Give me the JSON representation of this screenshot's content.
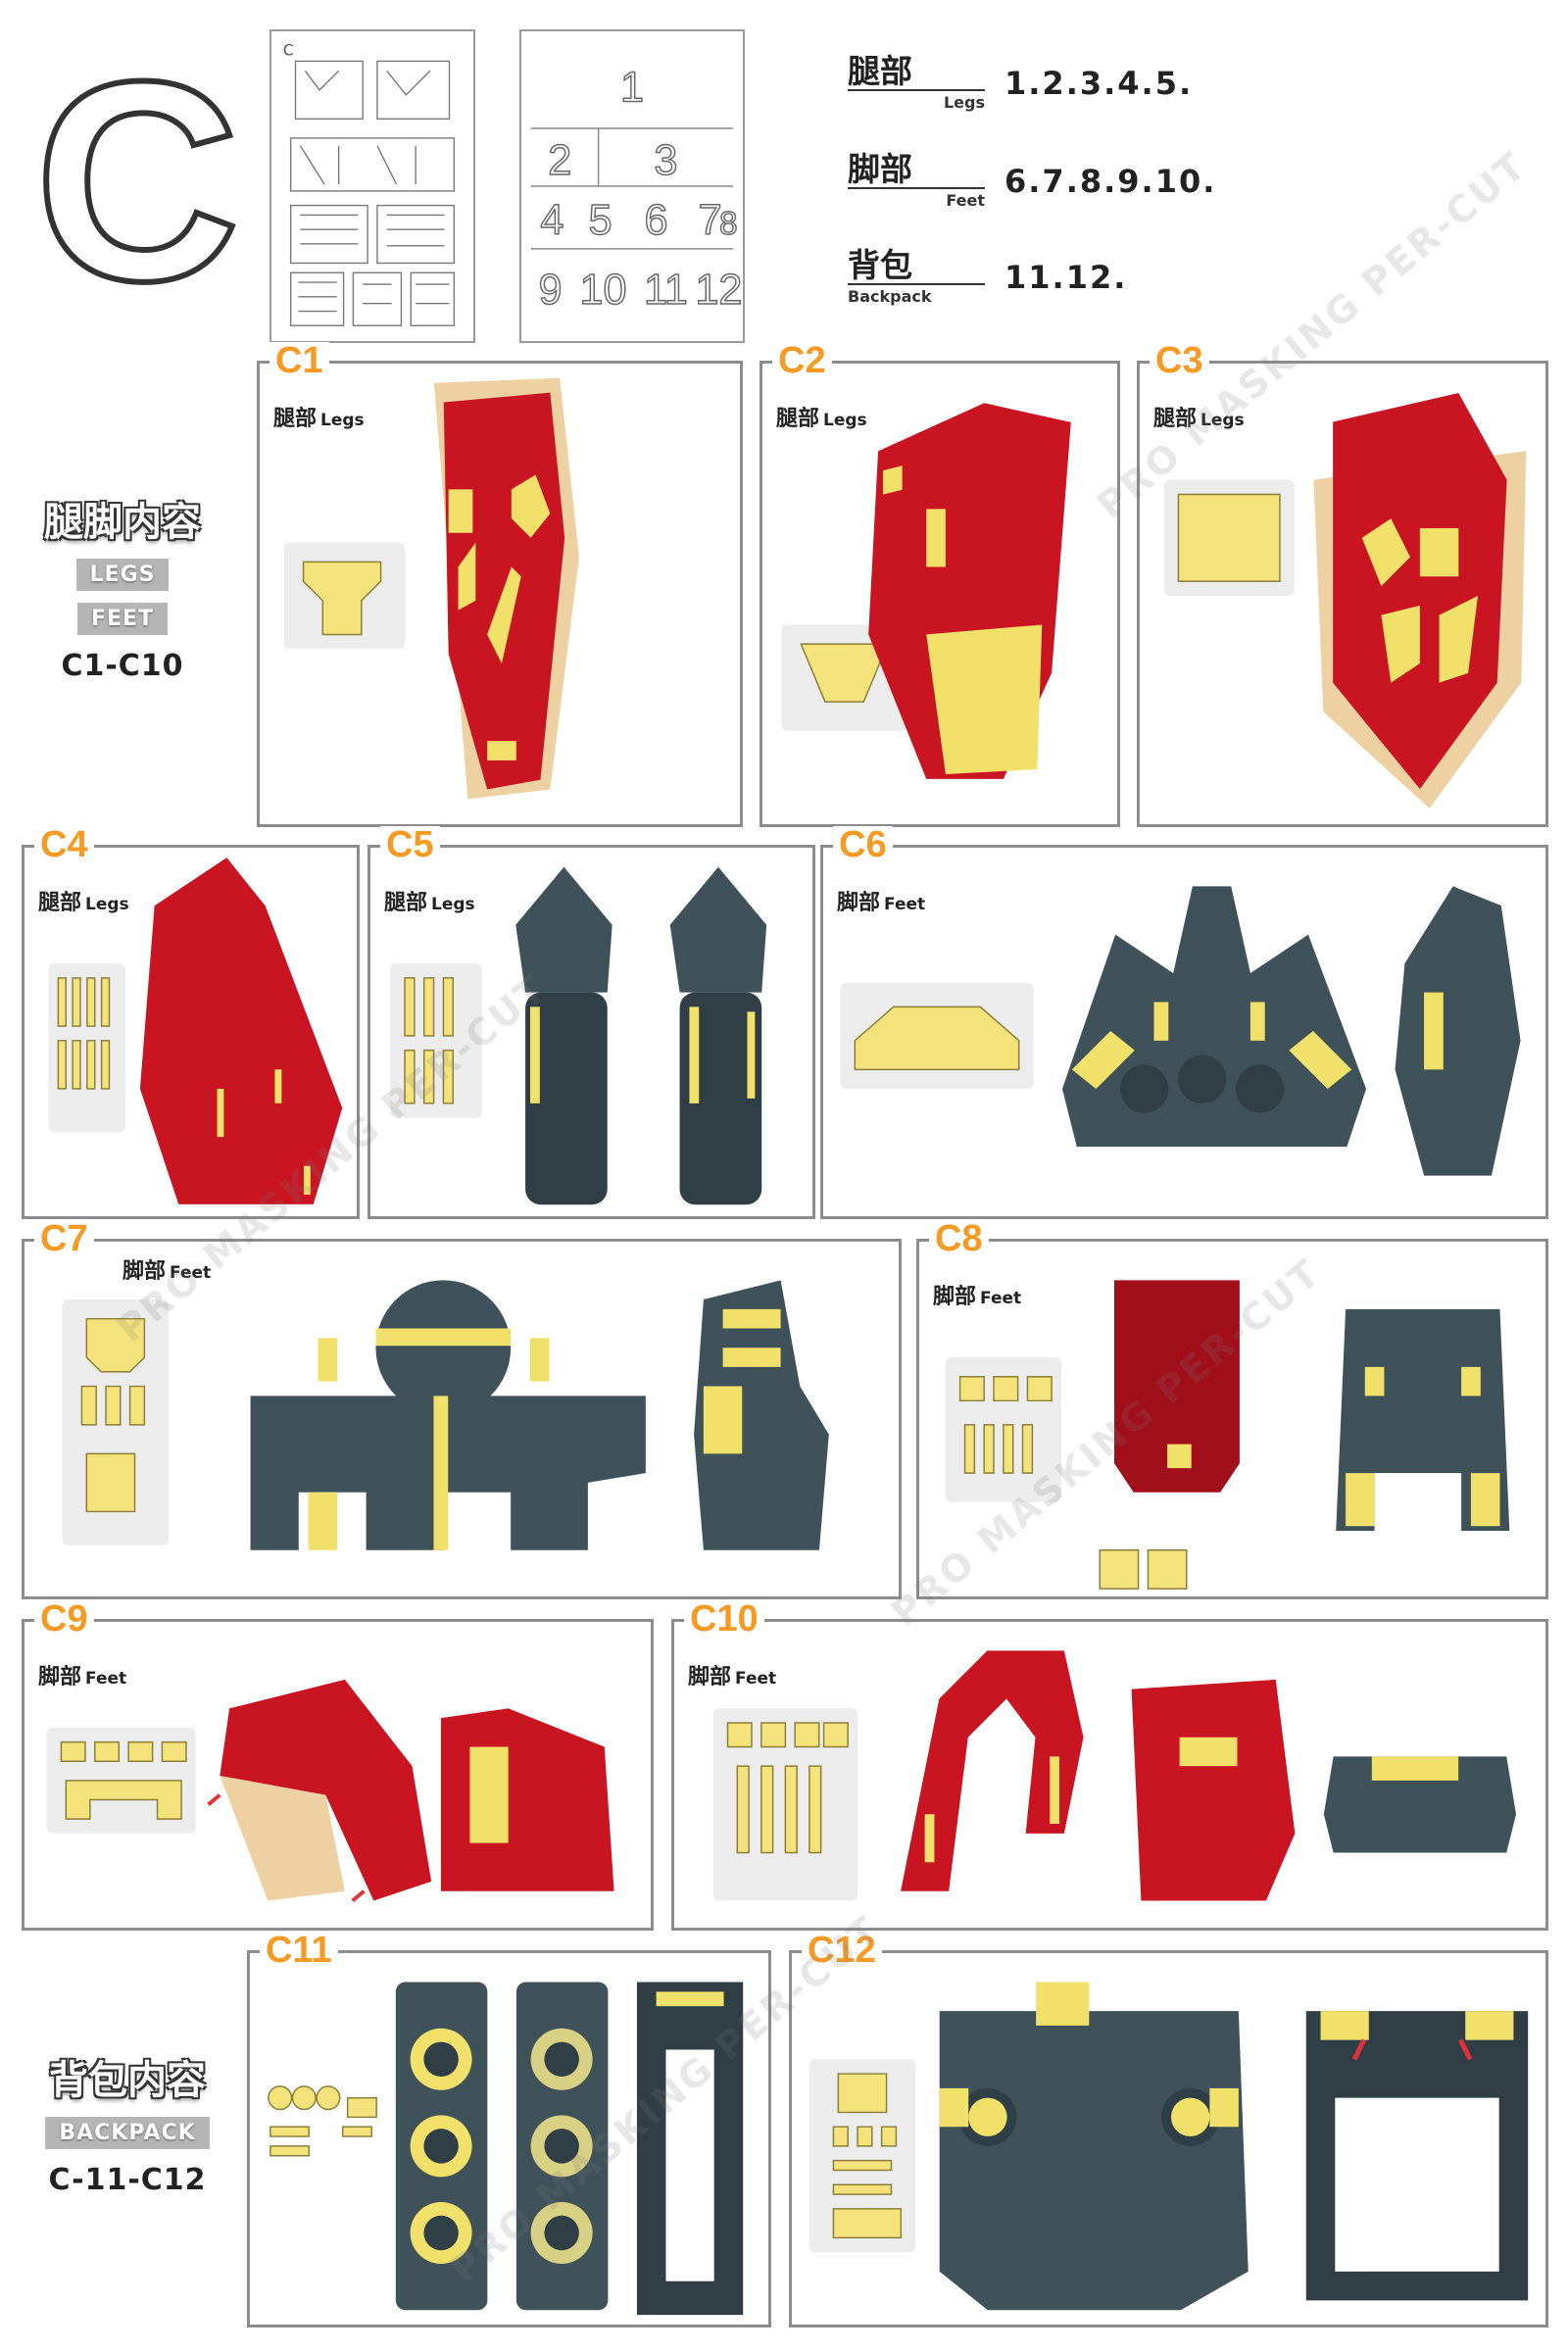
{
  "header": {
    "section_letter": "C",
    "sheet_label": "C",
    "sheet_numbers": [
      "1",
      "2",
      "3",
      "4",
      "5",
      "6",
      "7",
      "8",
      "9",
      "10",
      "11",
      "12"
    ],
    "mapping": [
      {
        "cn": "腿部",
        "en": "Legs",
        "value": "1.2.3.4.5."
      },
      {
        "cn": "脚部",
        "en": "Feet",
        "value": "6.7.8.9.10."
      },
      {
        "cn": "背包",
        "en": "Backpack",
        "value": "11.12."
      }
    ]
  },
  "legs_feet_block": {
    "title": "腿脚内容",
    "tags": [
      "LEGS",
      "FEET"
    ],
    "range": "C1-C10"
  },
  "backpack_block": {
    "title": "背包内容",
    "tag": "BACKPACK",
    "range": "C-11-C12"
  },
  "panels": [
    {
      "id": "C1",
      "cn": "腿部",
      "en": "Legs"
    },
    {
      "id": "C2",
      "cn": "腿部",
      "en": "Legs"
    },
    {
      "id": "C3",
      "cn": "腿部",
      "en": "Legs"
    },
    {
      "id": "C4",
      "cn": "腿部",
      "en": "Legs"
    },
    {
      "id": "C5",
      "cn": "腿部",
      "en": "Legs"
    },
    {
      "id": "C6",
      "cn": "脚部",
      "en": "Feet"
    },
    {
      "id": "C7",
      "cn": "脚部",
      "en": "Feet"
    },
    {
      "id": "C8",
      "cn": "脚部",
      "en": "Feet"
    },
    {
      "id": "C9",
      "cn": "脚部",
      "en": "Feet"
    },
    {
      "id": "C10",
      "cn": "脚部",
      "en": "Feet"
    },
    {
      "id": "C11",
      "cn": "",
      "en": ""
    },
    {
      "id": "C12",
      "cn": "",
      "en": ""
    }
  ],
  "watermark_text": "PRO MASKING PER-CUT",
  "colors": {
    "accent": "#f59a23",
    "part_red": "#c91422",
    "part_grey": "#3f5259",
    "mask_yellow": "#f1e16b",
    "border": "#8c8c8c"
  }
}
